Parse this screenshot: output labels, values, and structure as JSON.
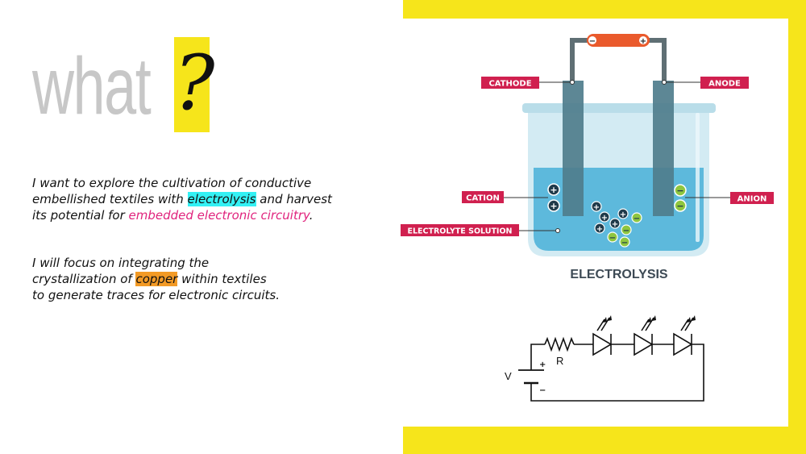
{
  "heading": {
    "word": "what",
    "mark": "?"
  },
  "paragraph1": {
    "line1": "I want to explore the cultivation of conductive",
    "line2_pre": "embellished textiles with ",
    "line2_highlight": "electrolysis",
    "line2_post": " and harvest",
    "line3_pre": "its potential for ",
    "line3_accent": "embedded electronic circuitry",
    "line3_post": "."
  },
  "paragraph2": {
    "line1": "I will focus on integrating the",
    "line2_pre": "crystallization of ",
    "line2_highlight": "copper",
    "line2_post": " within textiles",
    "line3": "to generate traces for electronic circuits."
  },
  "electrolysis": {
    "title": "ELECTROLYSIS",
    "labels": {
      "cathode": "CATHODE",
      "anode": "ANODE",
      "cation": "CATION",
      "anion": "ANION",
      "solution": "ELECTROLYTE SOLUTION"
    },
    "battery_minus": "−",
    "battery_plus": "+",
    "plus_sign": "+",
    "minus_sign": "−"
  },
  "circuit": {
    "resistor_label": "R",
    "voltage_label": "V",
    "source_plus": "+",
    "source_minus": "−"
  },
  "colors": {
    "yellow": "#f6e51b",
    "cyan_highlight": "#33f1f4",
    "orange_highlight": "#f39a25",
    "pink_text": "#e0237d",
    "label_red": "#d0204f",
    "electrolyte": "#5db9dc",
    "electrode": "#4f7d8c"
  }
}
